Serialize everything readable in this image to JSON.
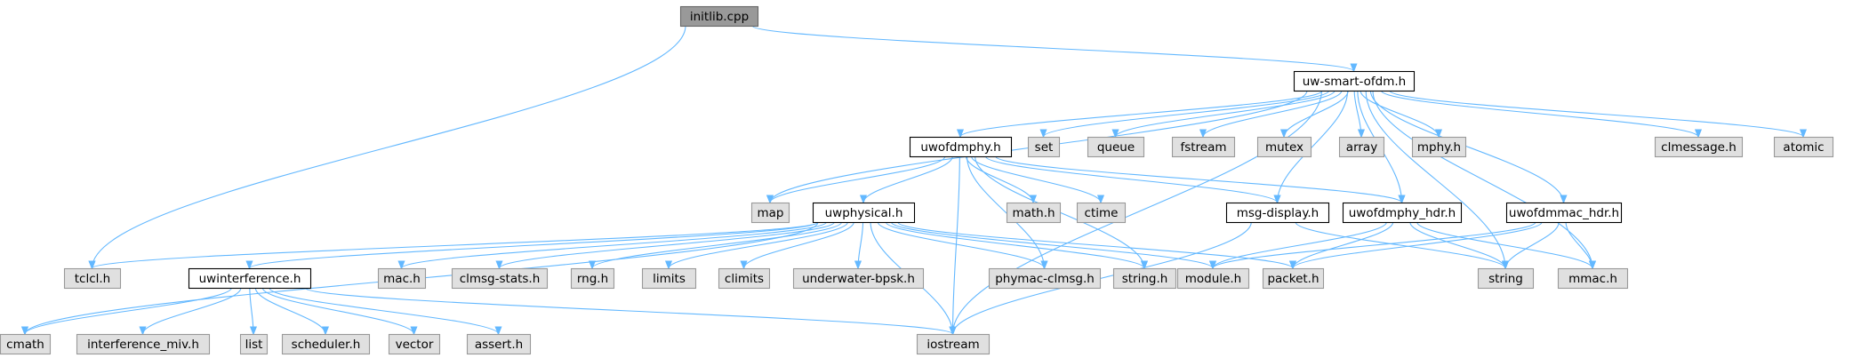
{
  "colors": {
    "edge": "#63b8ff",
    "root_fill": "#999999",
    "root_stroke": "#666666",
    "header_fill": "#ffffff",
    "header_stroke": "#000000",
    "system_fill": "#e0e0e0",
    "system_stroke": "#999999"
  },
  "nodes": [
    {
      "id": "initlib",
      "label": "initlib.cpp",
      "kind": "root"
    },
    {
      "id": "uwsmart",
      "label": "uw-smart-ofdm.h",
      "kind": "header"
    },
    {
      "id": "uwofdmphy",
      "label": "uwofdmphy.h",
      "kind": "header"
    },
    {
      "id": "set",
      "label": "set",
      "kind": "system"
    },
    {
      "id": "queue",
      "label": "queue",
      "kind": "system"
    },
    {
      "id": "fstream",
      "label": "fstream",
      "kind": "system"
    },
    {
      "id": "mutex",
      "label": "mutex",
      "kind": "system"
    },
    {
      "id": "array",
      "label": "array",
      "kind": "system"
    },
    {
      "id": "mphy",
      "label": "mphy.h",
      "kind": "system"
    },
    {
      "id": "clmessage",
      "label": "clmessage.h",
      "kind": "system"
    },
    {
      "id": "atomic",
      "label": "atomic",
      "kind": "system"
    },
    {
      "id": "map",
      "label": "map",
      "kind": "system"
    },
    {
      "id": "uwphysical",
      "label": "uwphysical.h",
      "kind": "header"
    },
    {
      "id": "mathh",
      "label": "math.h",
      "kind": "system"
    },
    {
      "id": "ctime",
      "label": "ctime",
      "kind": "system"
    },
    {
      "id": "msgdisplay",
      "label": "msg-display.h",
      "kind": "header"
    },
    {
      "id": "uwofdmphyhdr",
      "label": "uwofdmphy_hdr.h",
      "kind": "header"
    },
    {
      "id": "uwofdmmachdr",
      "label": "uwofdmmac_hdr.h",
      "kind": "header"
    },
    {
      "id": "tclcl",
      "label": "tclcl.h",
      "kind": "system"
    },
    {
      "id": "uwinterference",
      "label": "uwinterference.h",
      "kind": "header"
    },
    {
      "id": "mach",
      "label": "mac.h",
      "kind": "system"
    },
    {
      "id": "clmsgstats",
      "label": "clmsg-stats.h",
      "kind": "system"
    },
    {
      "id": "rng",
      "label": "rng.h",
      "kind": "system"
    },
    {
      "id": "limits",
      "label": "limits",
      "kind": "system"
    },
    {
      "id": "climits",
      "label": "climits",
      "kind": "system"
    },
    {
      "id": "uwbpsk",
      "label": "underwater-bpsk.h",
      "kind": "system"
    },
    {
      "id": "phymac",
      "label": "phymac-clmsg.h",
      "kind": "system"
    },
    {
      "id": "stringh",
      "label": "string.h",
      "kind": "system"
    },
    {
      "id": "module",
      "label": "module.h",
      "kind": "system"
    },
    {
      "id": "packet",
      "label": "packet.h",
      "kind": "system"
    },
    {
      "id": "string",
      "label": "string",
      "kind": "system"
    },
    {
      "id": "mmac",
      "label": "mmac.h",
      "kind": "system"
    },
    {
      "id": "cmath",
      "label": "cmath",
      "kind": "system"
    },
    {
      "id": "intmiv",
      "label": "interference_miv.h",
      "kind": "system"
    },
    {
      "id": "list",
      "label": "list",
      "kind": "system"
    },
    {
      "id": "scheduler",
      "label": "scheduler.h",
      "kind": "system"
    },
    {
      "id": "vector",
      "label": "vector",
      "kind": "system"
    },
    {
      "id": "assert",
      "label": "assert.h",
      "kind": "system"
    },
    {
      "id": "iostream",
      "label": "iostream",
      "kind": "system"
    }
  ],
  "edges": [
    [
      "initlib",
      "uwsmart"
    ],
    [
      "initlib",
      "tclcl"
    ],
    [
      "uwsmart",
      "uwofdmphy"
    ],
    [
      "uwsmart",
      "set"
    ],
    [
      "uwsmart",
      "queue"
    ],
    [
      "uwsmart",
      "fstream"
    ],
    [
      "uwsmart",
      "mutex"
    ],
    [
      "uwsmart",
      "array"
    ],
    [
      "uwsmart",
      "mphy"
    ],
    [
      "uwsmart",
      "clmessage"
    ],
    [
      "uwsmart",
      "atomic"
    ],
    [
      "uwsmart",
      "map"
    ],
    [
      "uwsmart",
      "msgdisplay"
    ],
    [
      "uwsmart",
      "uwofdmphyhdr"
    ],
    [
      "uwsmart",
      "uwofdmmachdr"
    ],
    [
      "uwsmart",
      "string"
    ],
    [
      "uwsmart",
      "mmac"
    ],
    [
      "uwsmart",
      "iostream"
    ],
    [
      "uwofdmphy",
      "map"
    ],
    [
      "uwofdmphy",
      "uwphysical"
    ],
    [
      "uwofdmphy",
      "mathh"
    ],
    [
      "uwofdmphy",
      "ctime"
    ],
    [
      "uwofdmphy",
      "msgdisplay"
    ],
    [
      "uwofdmphy",
      "uwofdmphyhdr"
    ],
    [
      "uwofdmphy",
      "phymac"
    ],
    [
      "uwofdmphy",
      "stringh"
    ],
    [
      "uwofdmphy",
      "iostream"
    ],
    [
      "uwphysical",
      "tclcl"
    ],
    [
      "uwphysical",
      "uwinterference"
    ],
    [
      "uwphysical",
      "mach"
    ],
    [
      "uwphysical",
      "clmsgstats"
    ],
    [
      "uwphysical",
      "rng"
    ],
    [
      "uwphysical",
      "limits"
    ],
    [
      "uwphysical",
      "climits"
    ],
    [
      "uwphysical",
      "uwbpsk"
    ],
    [
      "uwphysical",
      "phymac"
    ],
    [
      "uwphysical",
      "stringh"
    ],
    [
      "uwphysical",
      "module"
    ],
    [
      "uwphysical",
      "packet"
    ],
    [
      "uwphysical",
      "cmath"
    ],
    [
      "uwphysical",
      "iostream"
    ],
    [
      "msgdisplay",
      "string"
    ],
    [
      "msgdisplay",
      "iostream"
    ],
    [
      "uwofdmphyhdr",
      "module"
    ],
    [
      "uwofdmphyhdr",
      "packet"
    ],
    [
      "uwofdmphyhdr",
      "string"
    ],
    [
      "uwofdmphyhdr",
      "mmac"
    ],
    [
      "uwofdmmachdr",
      "module"
    ],
    [
      "uwofdmmachdr",
      "packet"
    ],
    [
      "uwofdmmachdr",
      "string"
    ],
    [
      "uwofdmmachdr",
      "mmac"
    ],
    [
      "uwinterference",
      "cmath"
    ],
    [
      "uwinterference",
      "intmiv"
    ],
    [
      "uwinterference",
      "list"
    ],
    [
      "uwinterference",
      "scheduler"
    ],
    [
      "uwinterference",
      "vector"
    ],
    [
      "uwinterference",
      "assert"
    ],
    [
      "uwinterference",
      "iostream"
    ]
  ]
}
